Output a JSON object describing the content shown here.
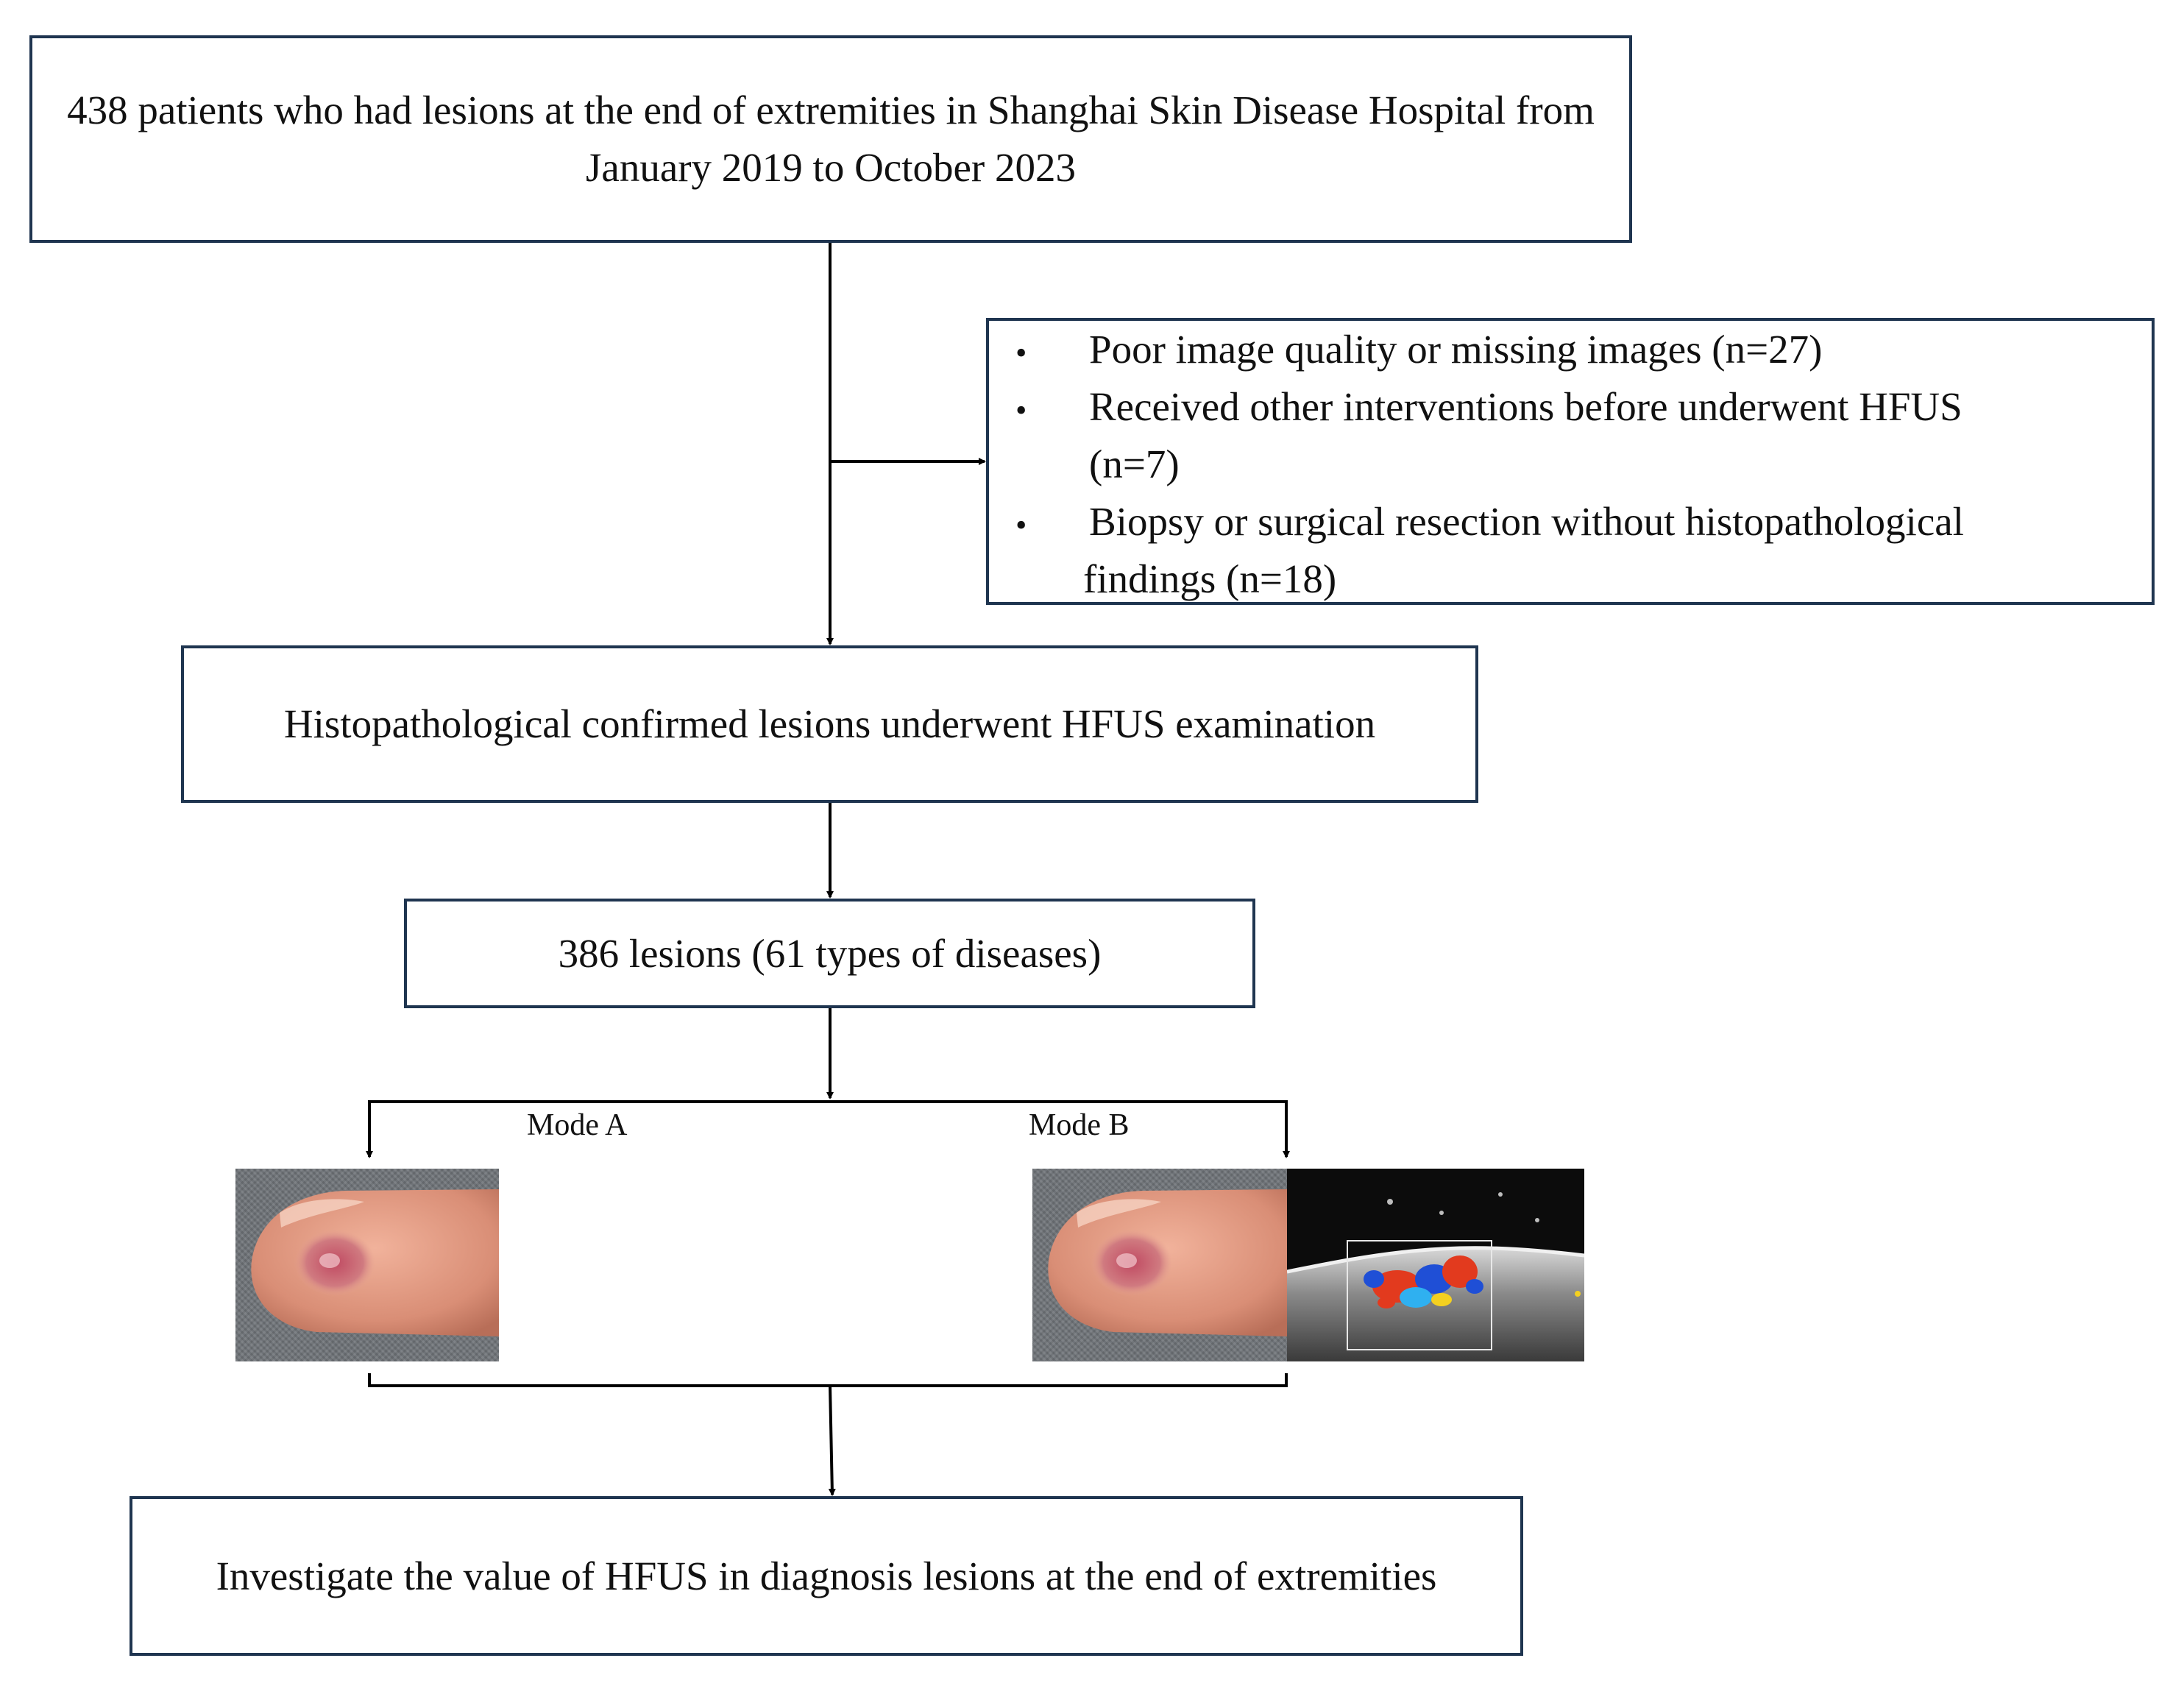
{
  "boxes": {
    "top": "438 patients who had lesions at the end of extremities in Shanghai Skin Disease Hospital from January 2019 to October 2023",
    "exclusion": [
      {
        "line1": "Poor image quality or missing images (n=27)",
        "line2": ""
      },
      {
        "line1": "Received other interventions before underwent HFUS",
        "line2": "(n=7)"
      },
      {
        "line1": "Biopsy or surgical resection without histopathological",
        "line2": "findings (n=18)"
      }
    ],
    "histopath": "Histopathological confirmed lesions underwent HFUS examination",
    "lesions": "386 lesions (61 types of diseases)",
    "investigate": "Investigate the value of HFUS in diagnosis lesions at the end of extremities"
  },
  "bullet_char": "•",
  "modes": {
    "a_label": "Mode A",
    "b_label": "Mode B"
  },
  "images": {
    "mode_a": "clinical-photo-finger-lesion",
    "mode_b_photo": "clinical-photo-finger-lesion",
    "mode_b_us": "hfus-doppler-image"
  },
  "colors": {
    "box_border": "#1f3550",
    "arrow": "#000000"
  }
}
